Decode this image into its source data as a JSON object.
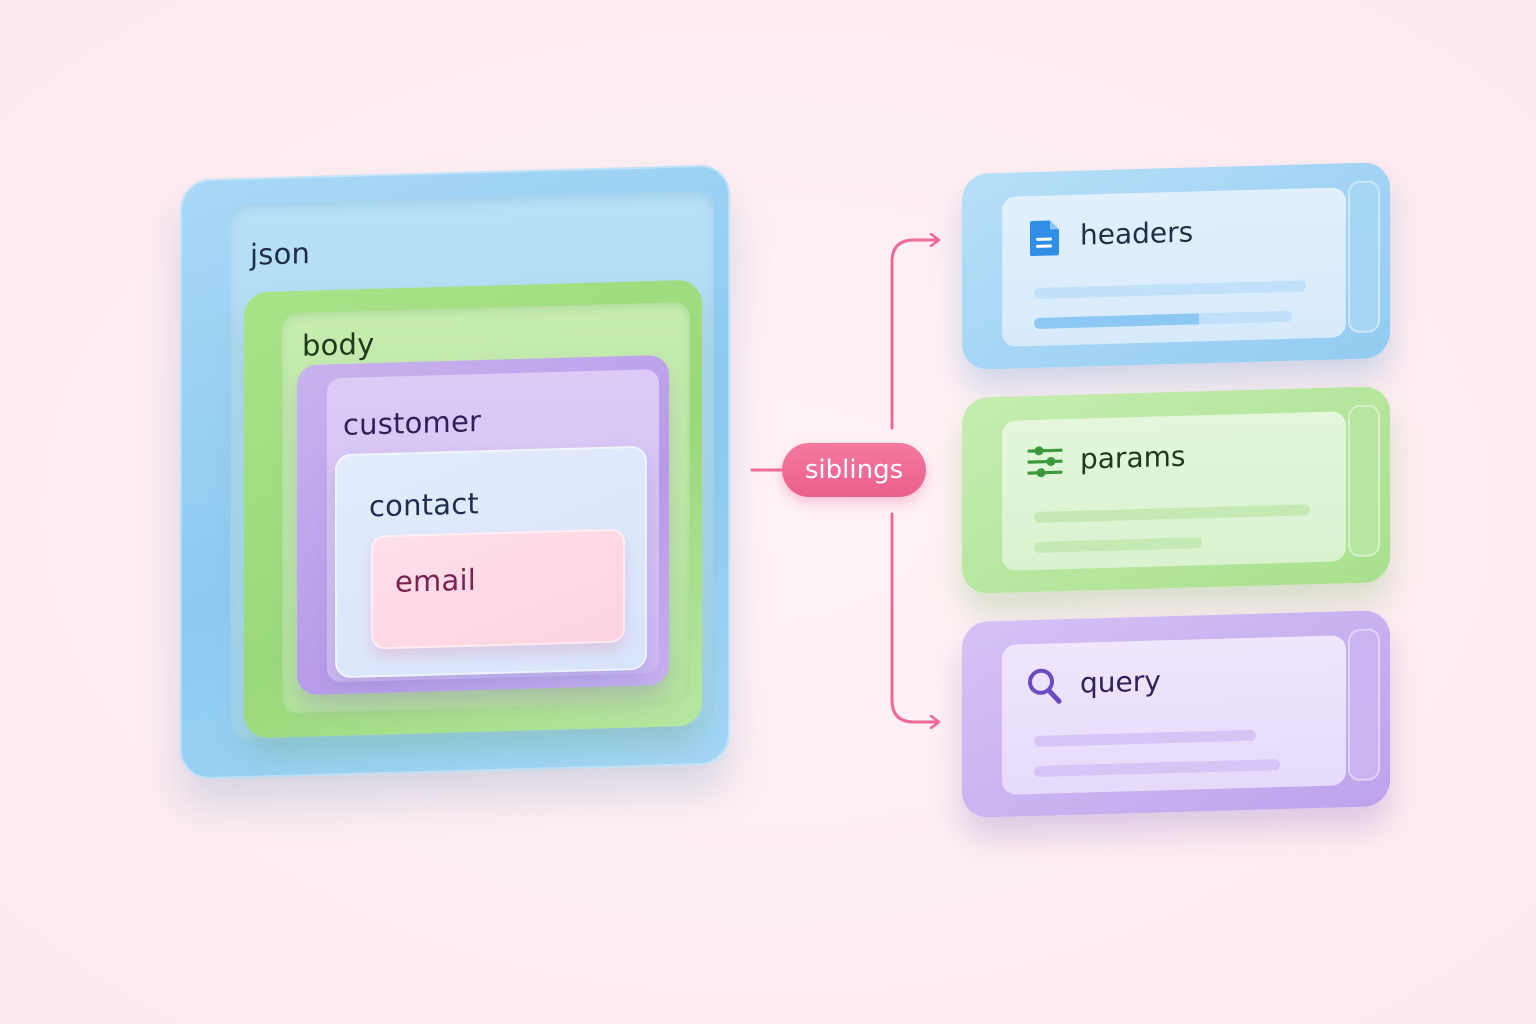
{
  "nested": {
    "json_label": "json",
    "body_label": "body",
    "customer_label": "customer",
    "contact_label": "contact",
    "email_label": "email"
  },
  "connector": {
    "pill_label": "siblings",
    "color": "#ef6a94"
  },
  "siblings": [
    {
      "label": "headers",
      "icon": "document-icon",
      "accent": "#2f8fe6"
    },
    {
      "label": "params",
      "icon": "sliders-icon",
      "accent": "#3c9a3a"
    },
    {
      "label": "query",
      "icon": "search-icon",
      "accent": "#6b4bbf"
    }
  ],
  "colors": {
    "json": "#92cbf2",
    "body": "#a2dd84",
    "customer": "#bfa4ea",
    "contact": "#dde7fc",
    "email": "#fdd8e4",
    "background": "#fdeef2"
  }
}
